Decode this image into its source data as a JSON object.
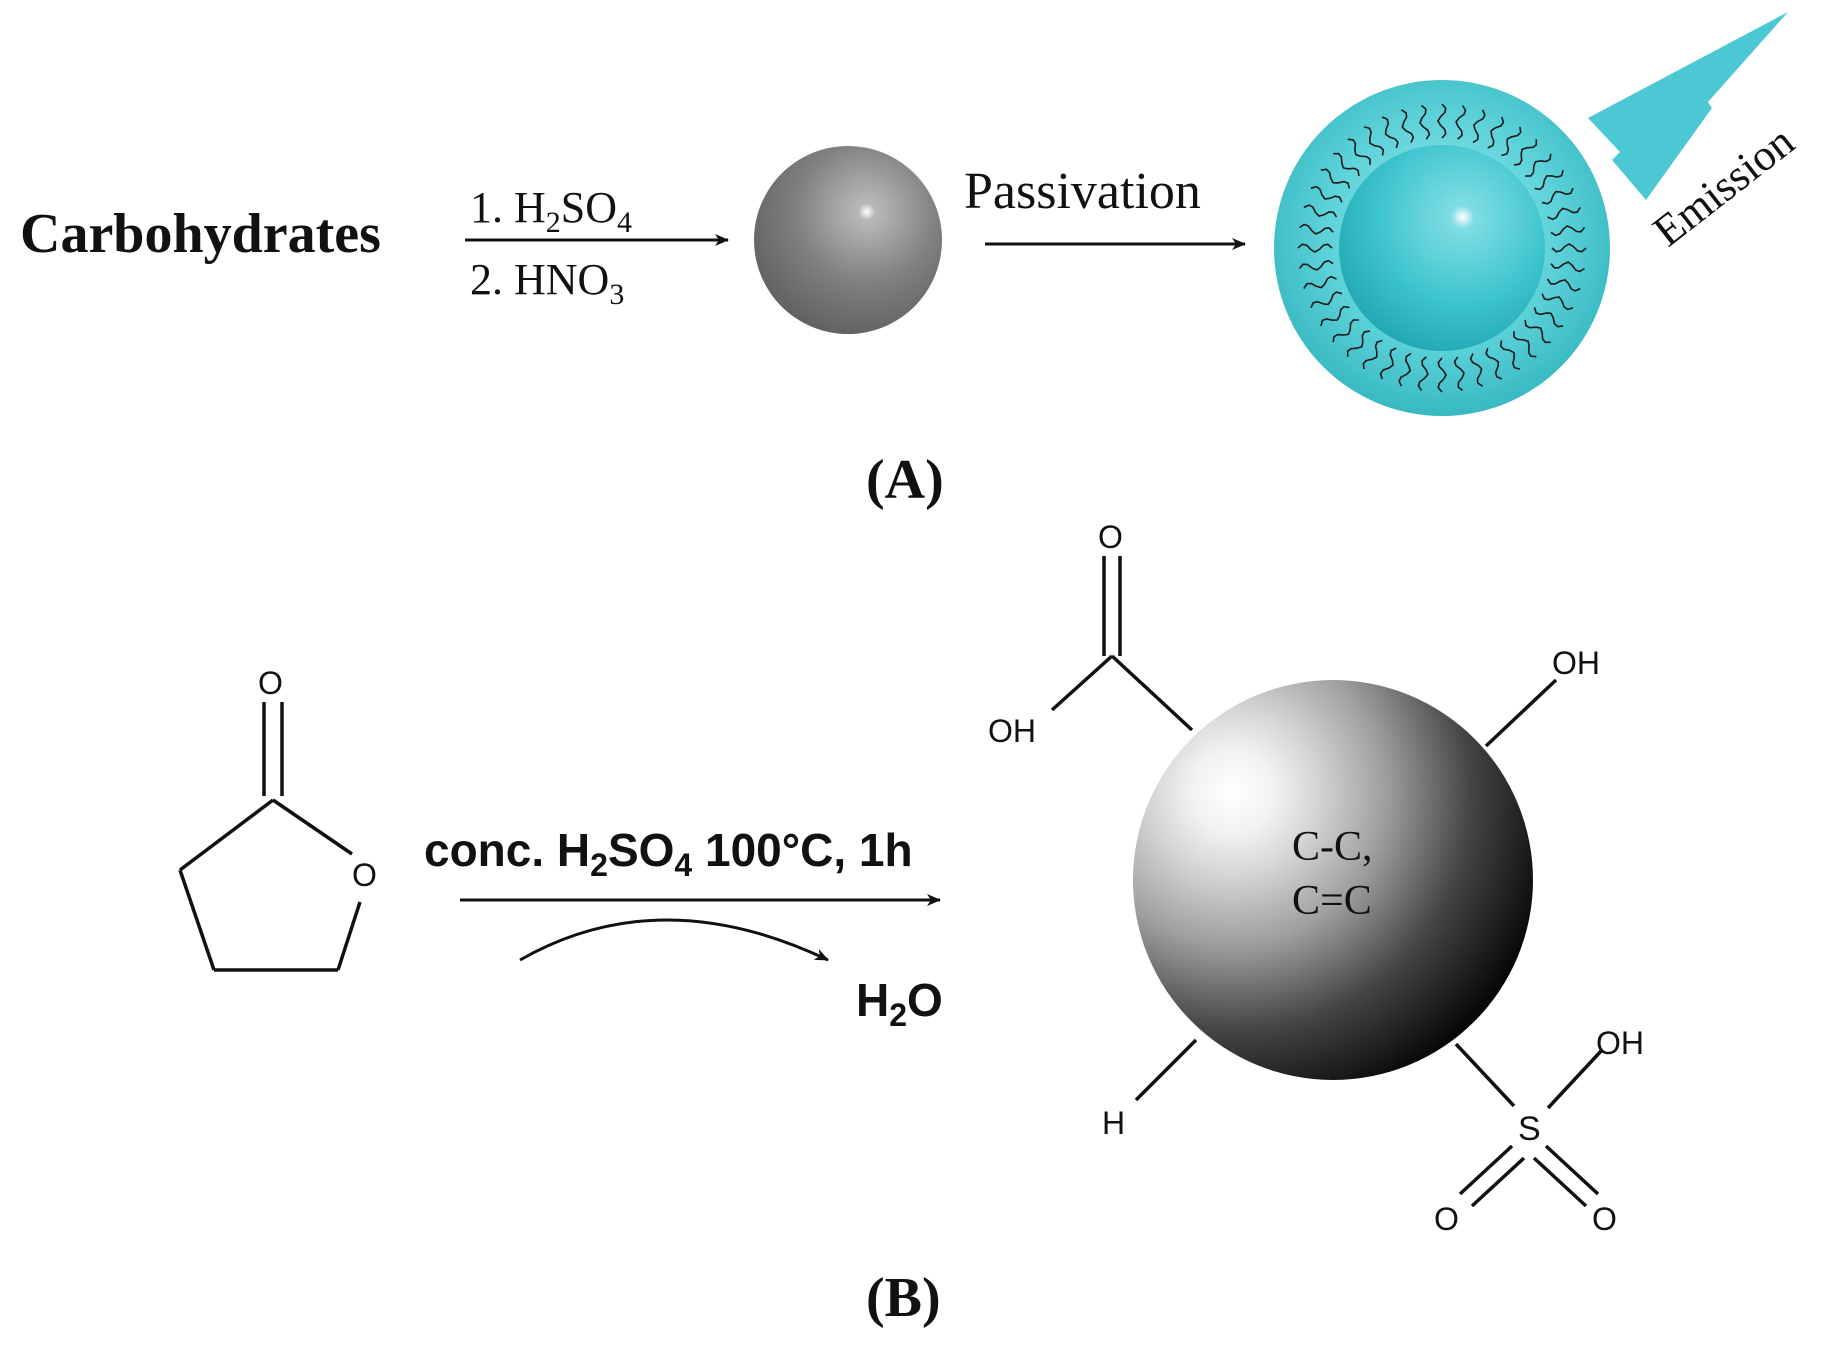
{
  "panel_a": {
    "reactant": "Carbohydrates",
    "step1_num": "1. H",
    "step1_sub": "2",
    "step1_mid": "SO",
    "step1_sub2": "4",
    "step2_num": "2. HNO",
    "step2_sub": "3",
    "passivation": "Passivation",
    "emission": "Emission",
    "label": "(A)",
    "colors": {
      "core_gray": "#7a7a7a",
      "cyan": "#3ec7d0",
      "cyan_light": "#8ee4e9",
      "bolt": "#4cc8d4"
    }
  },
  "panel_b": {
    "ring_o_carbonyl": "O",
    "ring_o": "O",
    "cond_pre": "conc. H",
    "cond_sub": "2",
    "cond_mid": "SO",
    "cond_sub2": "4",
    "cond_post": " 100°C, 1h",
    "water_h": "H",
    "water_sub": "2",
    "water_o": "O",
    "core_line1": "C-C,",
    "core_line2": "C=C",
    "cooh_o": "O",
    "cooh_oh": "OH",
    "oh_top": "OH",
    "h_group": "H",
    "so3h_oh": "OH",
    "so3h_s": "S",
    "so3h_o1": "O",
    "so3h_o2": "O",
    "label": "(B)"
  }
}
